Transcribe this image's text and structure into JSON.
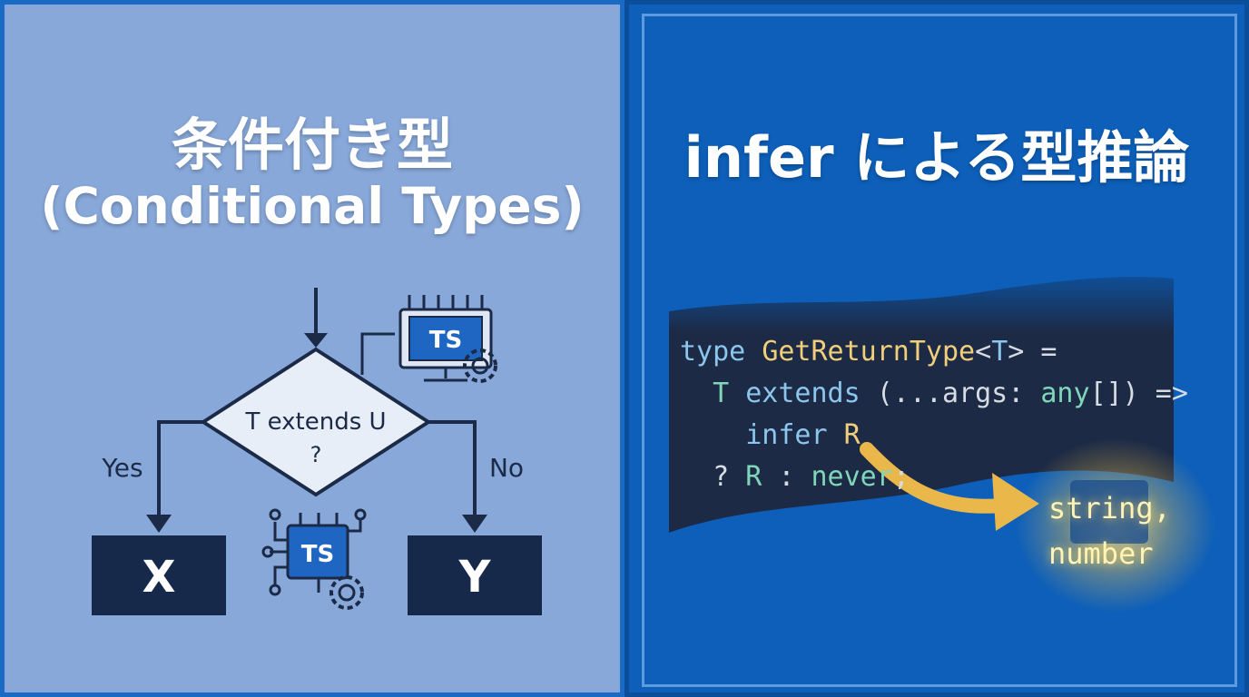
{
  "left": {
    "title": "条件付き型",
    "subtitle": "(Conditional Types)",
    "flowchart": {
      "decision": "T extends U",
      "decision_q": "?",
      "yes_label": "Yes",
      "no_label": "No",
      "box_x": "X",
      "box_y": "Y",
      "badge_top": "TS",
      "badge_bottom": "TS"
    }
  },
  "right": {
    "title": "infer による型推論",
    "code": {
      "l1_kw": "type",
      "l1_name": "GetReturnType",
      "l1_lt": "<",
      "l1_param": "T",
      "l1_gt": ">",
      "l1_eq": " =",
      "l2_T": "T",
      "l2_extends": "extends",
      "l2_open": " (...args: ",
      "l2_any": "any",
      "l2_close": "[]) =>",
      "l3_infer": "infer",
      "l3_R": "R",
      "l4_q": "? ",
      "l4_R": "R",
      "l4_colon": " : ",
      "l4_never": "never",
      "l4_semi": ";"
    },
    "result_line1": "string,",
    "result_line2": "number"
  },
  "colors": {
    "left_bg": "#88a8d9",
    "right_bg": "#0d5fb9",
    "code_bg": "#1c2a45",
    "dark_box": "#17294a",
    "arrow_gold": "#e9b74a"
  }
}
